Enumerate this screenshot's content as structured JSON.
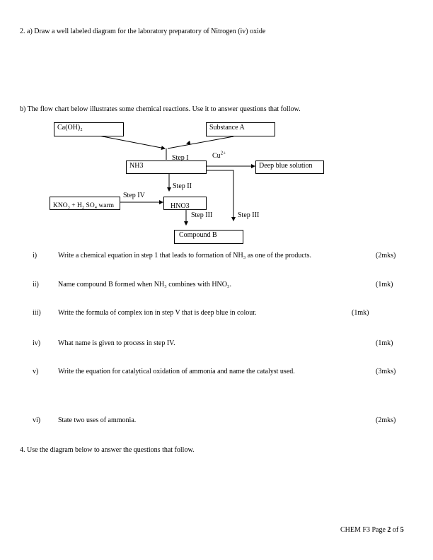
{
  "q2a": "2. a) Draw a well labeled diagram for the laboratory preparatory of Nitrogen (iv) oxide",
  "q2b_intro": "b) The flow chart below illustrates some chemical reactions. Use it to answer questions that follow.",
  "flowchart": {
    "ca_oh2": "Ca(OH)₂",
    "substance_a": "Substance A",
    "nh3": "NH3",
    "step_i": "Step I",
    "cu2plus_base": "Cu",
    "cu2plus_sup": "2+",
    "deep_blue": "Deep blue solution",
    "step_ii": "Step II",
    "step_iv": "Step IV",
    "kno3_h2so4": "KNO₃ + H₂ SO₄ warm",
    "hno3": "HNO3",
    "step_iii_left": "Step III",
    "step_iii_right": "Step III",
    "compound_b": "Compound B"
  },
  "questions": [
    {
      "num": "i)",
      "text": "Write a chemical equation in step 1 that leads to formation of NH₃ as one of the products.",
      "marks": "(2mks)"
    },
    {
      "num": "ii)",
      "text": "Name compound B formed when NH₃ combines with HNO₃.",
      "marks": "(1mk)"
    },
    {
      "num": "iii)",
      "text": "Write the formula of complex ion in step V that is deep blue in colour.",
      "marks": "(1mk)"
    },
    {
      "num": "iv)",
      "text": "What name is given to process in step IV.",
      "marks": "(1mk)"
    },
    {
      "num": "v)",
      "text": "Write the equation for catalytical oxidation of ammonia and name the catalyst used.",
      "marks": "(3mks)"
    },
    {
      "num": "vi)",
      "text": "State two uses of ammonia.",
      "marks": "(2mks)"
    }
  ],
  "q4": "4. Use the diagram below to answer the questions that follow.",
  "footer": {
    "prefix": "CHEM F3 Page ",
    "page": "2",
    "of": " of ",
    "total": "5"
  }
}
